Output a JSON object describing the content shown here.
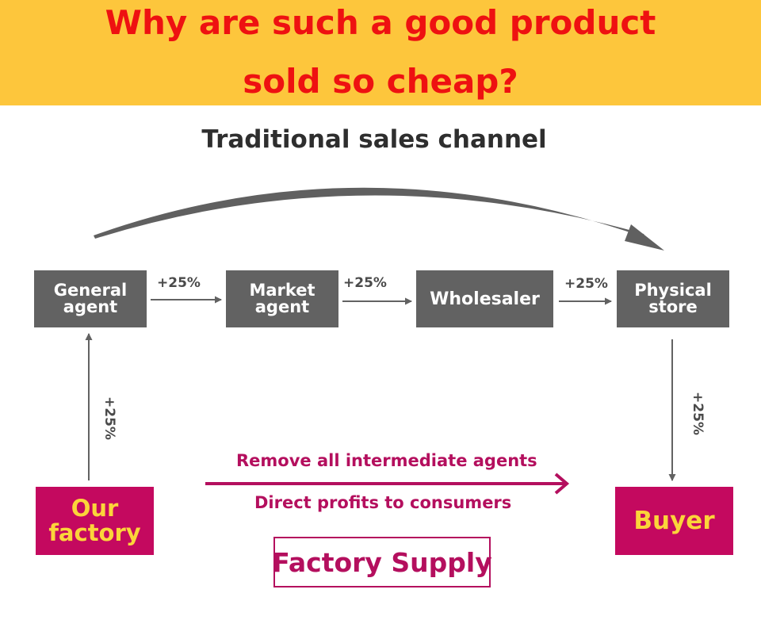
{
  "banner": {
    "line1": "Why are such a good product",
    "line2": "sold so cheap?",
    "background": "#fdc63c",
    "text_color": "#ee1111"
  },
  "traditional": {
    "title": "Traditional sales channel",
    "nodes": [
      {
        "line1": "General",
        "line2": "agent"
      },
      {
        "line1": "Market",
        "line2": "agent"
      },
      {
        "line1": "Wholesaler"
      },
      {
        "line1": "Physical",
        "line2": "store"
      }
    ],
    "markups": [
      "+25%",
      "+25%",
      "+25%"
    ],
    "factory_to_agent_markup": "+25%",
    "store_to_buyer_markup": "+25%",
    "box_color": "#626262"
  },
  "direct": {
    "factory": {
      "line1": "Our",
      "line2": "factory"
    },
    "buyer": "Buyer",
    "remove_text": "Remove all intermediate agents",
    "profit_text": "Direct profits to consumers",
    "badge": "Factory Supply",
    "box_color": "#c4095f",
    "accent_text_color": "#fbd53a",
    "line_color": "#b40f5e"
  }
}
